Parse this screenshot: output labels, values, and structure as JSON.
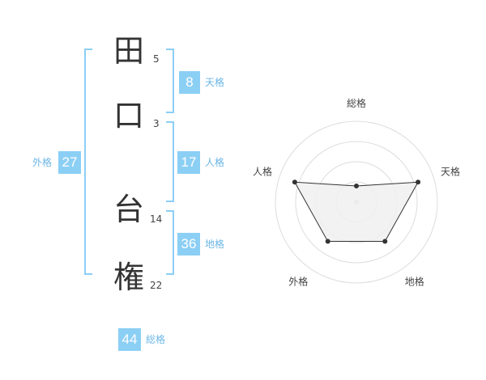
{
  "characters": [
    {
      "char": "田",
      "strokes": "5"
    },
    {
      "char": "口",
      "strokes": "3"
    },
    {
      "char": "台",
      "strokes": "14"
    },
    {
      "char": "権",
      "strokes": "22"
    }
  ],
  "fortunes": {
    "tenkaku": {
      "value": "8",
      "label": "天格"
    },
    "jinkaku": {
      "value": "17",
      "label": "人格"
    },
    "chikaku": {
      "value": "36",
      "label": "地格"
    },
    "gaikaku": {
      "value": "27",
      "label": "外格"
    },
    "soukaku": {
      "value": "44",
      "label": "総格"
    }
  },
  "chart_data": {
    "type": "radar",
    "axes": [
      "総格",
      "天格",
      "地格",
      "外格",
      "人格"
    ],
    "values": [
      1,
      4,
      3,
      3,
      4
    ],
    "rmax": 5,
    "rings": 4,
    "colors": {
      "fill": "#f0f0f0",
      "stroke": "#333333",
      "ring": "#dddddd",
      "point": "#333333"
    }
  },
  "colors": {
    "accent": "#8ccff5",
    "label": "#6cb6e6"
  }
}
